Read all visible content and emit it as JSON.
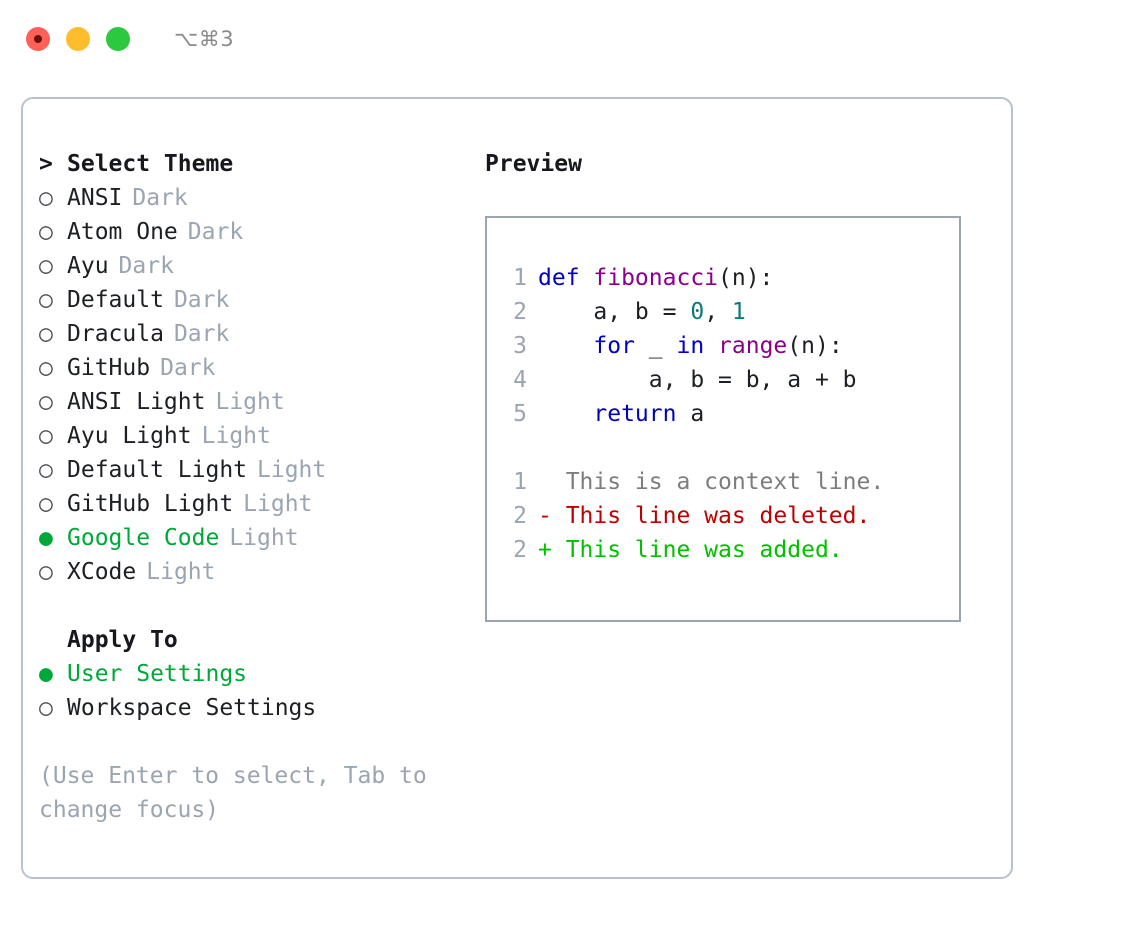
{
  "window": {
    "shortcut_title": "⌥⌘3",
    "traffic_lights": [
      {
        "name": "close",
        "color": "#ff6159"
      },
      {
        "name": "minimize",
        "color": "#ffbd2e"
      },
      {
        "name": "maximize",
        "color": "#2bc840"
      }
    ]
  },
  "colors": {
    "accent_green": "#00a838",
    "muted_gray": "#9aa5b1",
    "text": "#1c1f24",
    "panel_border": "#b9c2cc",
    "preview_border": "#9aa5b1",
    "keyword_blue": "#0000c0",
    "function_purple": "#8b008b",
    "number_teal": "#0c7b78",
    "diff_added": "#00c000",
    "diff_deleted": "#c00000",
    "diff_context": "#7d7d7d"
  },
  "theme_picker": {
    "prompt_marker": ">",
    "heading": "Select Theme",
    "marker_unselected": "○",
    "marker_selected": "●",
    "items": [
      {
        "marker": "○",
        "label": "ANSI",
        "badge": "Dark",
        "selected": false
      },
      {
        "marker": "○",
        "label": "Atom One",
        "badge": "Dark",
        "selected": false
      },
      {
        "marker": "○",
        "label": "Ayu",
        "badge": "Dark",
        "selected": false
      },
      {
        "marker": "○",
        "label": "Default",
        "badge": "Dark",
        "selected": false
      },
      {
        "marker": "○",
        "label": "Dracula",
        "badge": "Dark",
        "selected": false
      },
      {
        "marker": "○",
        "label": "GitHub",
        "badge": "Dark",
        "selected": false
      },
      {
        "marker": "○",
        "label": "ANSI Light",
        "badge": "Light",
        "selected": false
      },
      {
        "marker": "○",
        "label": "Ayu Light",
        "badge": "Light",
        "selected": false
      },
      {
        "marker": "○",
        "label": "Default Light",
        "badge": "Light",
        "selected": false
      },
      {
        "marker": "○",
        "label": "GitHub Light",
        "badge": "Light",
        "selected": false
      },
      {
        "marker": "●",
        "label": "Google Code",
        "badge": "Light",
        "selected": true
      },
      {
        "marker": "○",
        "label": "XCode",
        "badge": "Light",
        "selected": false
      }
    ]
  },
  "apply_to": {
    "heading": "Apply To",
    "items": [
      {
        "marker": "●",
        "label": "User Settings",
        "selected": true
      },
      {
        "marker": "○",
        "label": "Workspace Settings",
        "selected": false
      }
    ]
  },
  "hint": "(Use Enter to select, Tab to change focus)",
  "preview": {
    "heading": "Preview",
    "code_lines": [
      {
        "number": "1",
        "tokens": [
          {
            "text": "def ",
            "kind": "kw"
          },
          {
            "text": "fibonacci",
            "kind": "fn"
          },
          {
            "text": "(n):",
            "kind": "txt"
          }
        ]
      },
      {
        "number": "2",
        "tokens": [
          {
            "text": "    a, b = ",
            "kind": "txt"
          },
          {
            "text": "0",
            "kind": "num"
          },
          {
            "text": ", ",
            "kind": "txt"
          },
          {
            "text": "1",
            "kind": "num"
          }
        ]
      },
      {
        "number": "3",
        "tokens": [
          {
            "text": "    ",
            "kind": "txt"
          },
          {
            "text": "for",
            "kind": "kw"
          },
          {
            "text": " _ ",
            "kind": "txt"
          },
          {
            "text": "in",
            "kind": "kw"
          },
          {
            "text": " ",
            "kind": "txt"
          },
          {
            "text": "range",
            "kind": "fn"
          },
          {
            "text": "(n):",
            "kind": "txt"
          }
        ]
      },
      {
        "number": "4",
        "tokens": [
          {
            "text": "        a, b = b, a + b",
            "kind": "txt"
          }
        ]
      },
      {
        "number": "5",
        "tokens": [
          {
            "text": "    ",
            "kind": "txt"
          },
          {
            "text": "return",
            "kind": "kw"
          },
          {
            "text": " a",
            "kind": "txt"
          }
        ]
      }
    ],
    "diff_lines": [
      {
        "number": "1",
        "text": "  This is a context line.",
        "kind": "ctx"
      },
      {
        "number": "2",
        "text": "- This line was deleted.",
        "kind": "del"
      },
      {
        "number": "2",
        "text": "+ This line was added.",
        "kind": "add"
      }
    ]
  }
}
